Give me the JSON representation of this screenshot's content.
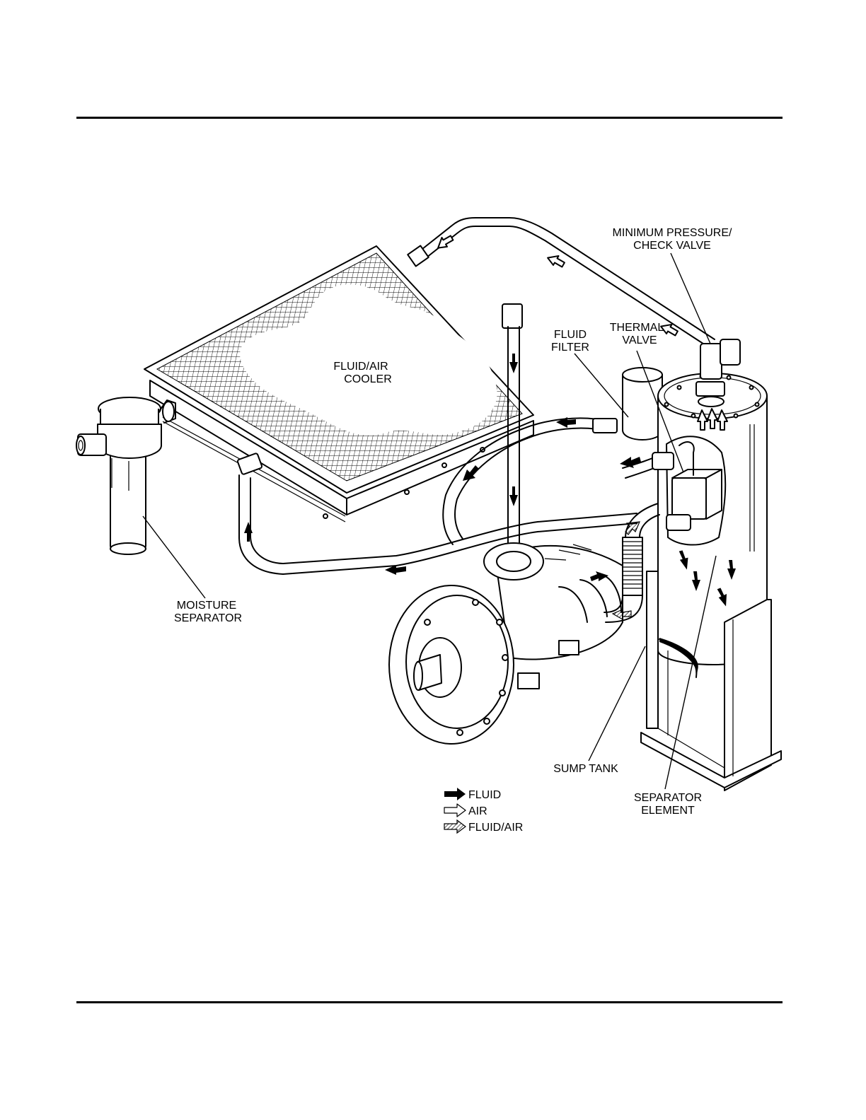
{
  "labels": {
    "min_pressure_line1": "MINIMUM PRESSURE/",
    "min_pressure_line2": "CHECK VALVE",
    "thermal_line1": "THERMAL",
    "thermal_line2": "VALVE",
    "filter_line1": "FLUID",
    "filter_line2": "FILTER",
    "cooler_line1": "FLUID/AIR",
    "cooler_line2": "COOLER",
    "moisture_line1": "MOISTURE",
    "moisture_line2": "SEPARATOR",
    "sump_tank": "SUMP TANK",
    "separator_line1": "SEPARATOR",
    "separator_line2": "ELEMENT"
  },
  "legend": [
    {
      "label": "FLUID",
      "style": "solid"
    },
    {
      "label": "AIR",
      "style": "outline"
    },
    {
      "label": "FLUID/AIR",
      "style": "hatched"
    }
  ]
}
